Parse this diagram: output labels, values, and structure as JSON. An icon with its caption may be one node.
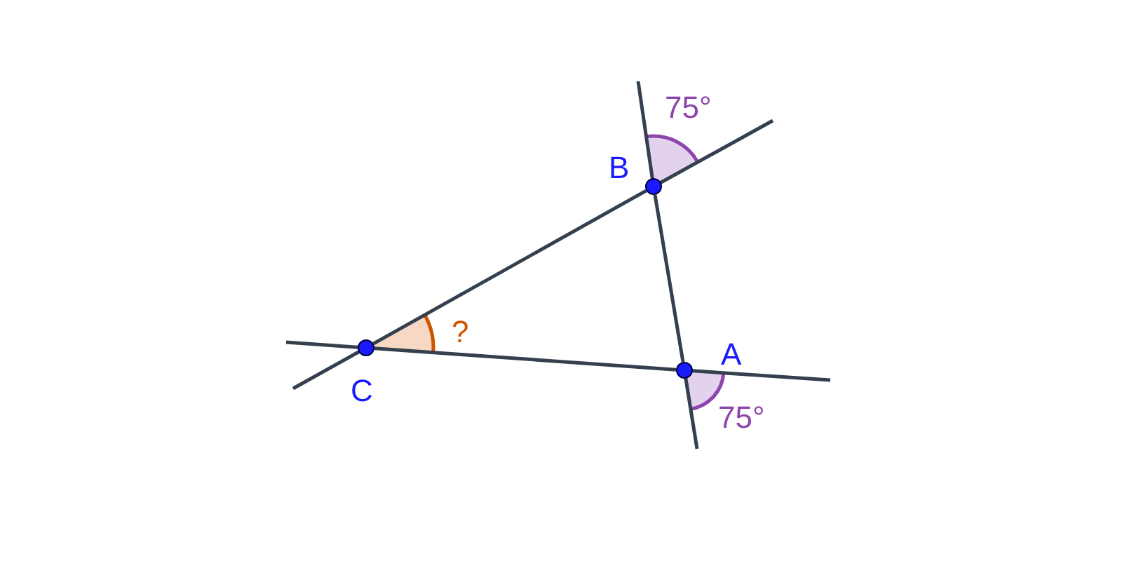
{
  "diagram": {
    "nodes": [
      {
        "text": [
          "B"
        ]
      },
      {
        "text": [
          "C"
        ]
      },
      {
        "text": [
          "A"
        ]
      }
    ],
    "edges": [
      {
        "from": 1,
        "to": 0,
        "arrow": "none"
      },
      {
        "from": 1,
        "to": 2,
        "arrow": "none"
      },
      {
        "from": 2,
        "to": 0,
        "arrow": "none"
      }
    ],
    "labels": [
      "75°",
      "?",
      "75°"
    ]
  }
}
